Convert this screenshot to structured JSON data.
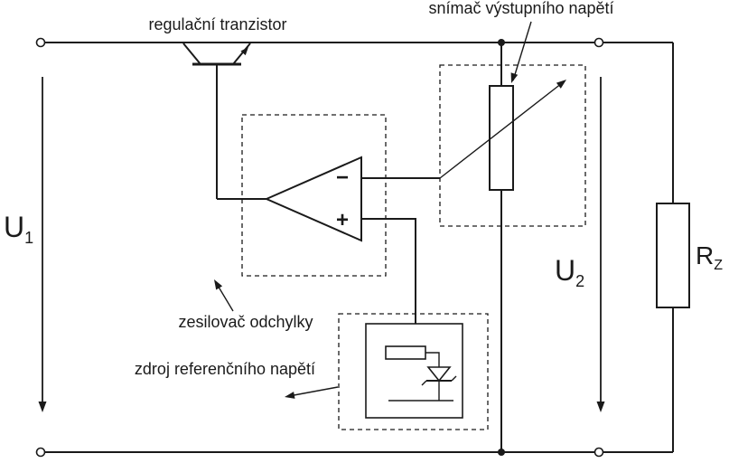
{
  "labels": {
    "transistor": "regulační tranzistor",
    "sensor": "snímač výstupního napětí",
    "amplifier": "zesilovač odchylky",
    "reference": "zdroj referenčního napětí"
  },
  "quantities": {
    "input_voltage": "U",
    "input_voltage_sub": "1",
    "output_voltage": "U",
    "output_voltage_sub": "2",
    "load_resistor": "R",
    "load_resistor_sub": "Z"
  },
  "opamp": {
    "inverting": "−",
    "noninverting": "+"
  },
  "colors": {
    "line": "#1a1a1a",
    "background": "#ffffff"
  }
}
